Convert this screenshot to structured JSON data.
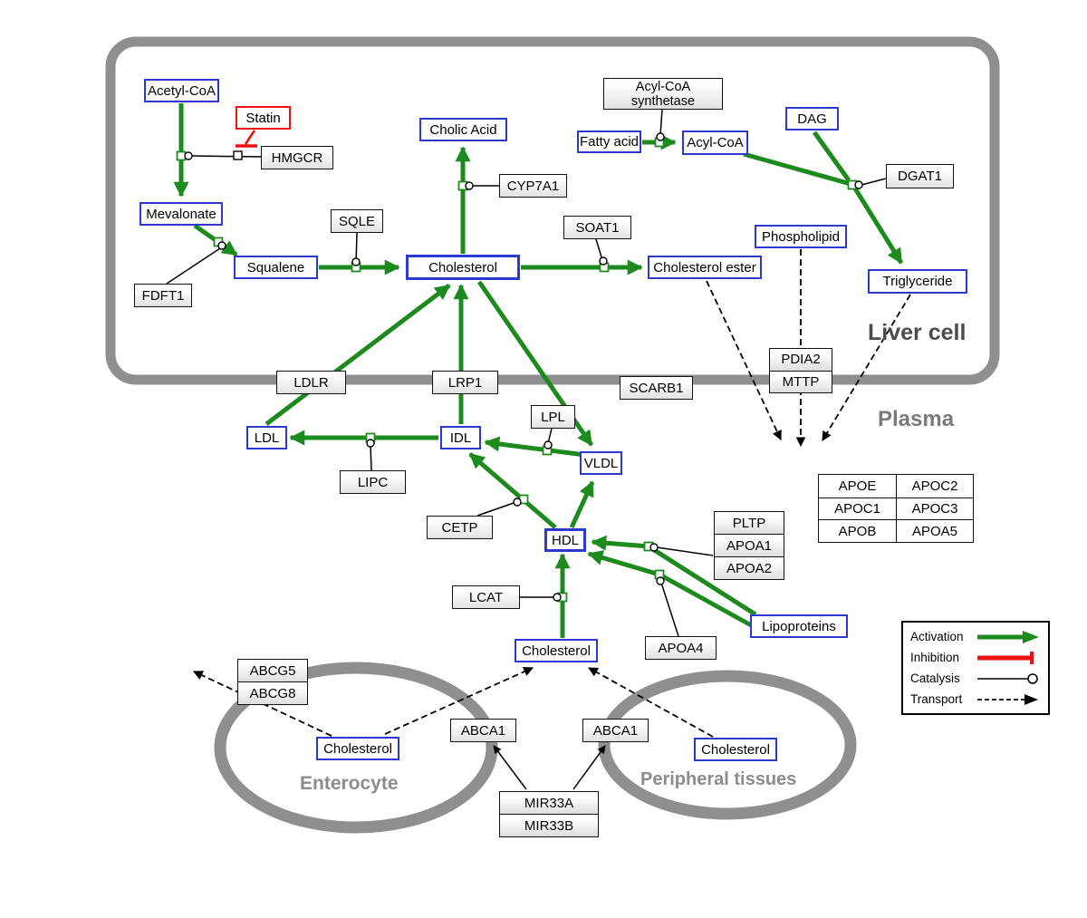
{
  "regions": {
    "liver": "Liver cell",
    "plasma": "Plasma",
    "enterocyte": "Enterocyte",
    "peripheral": "Peripheral tissues"
  },
  "nodes": {
    "acetyl_coa": "Acetyl-CoA",
    "statin": "Statin",
    "hmgcr": "HMGCR",
    "mevalonate": "Mevalonate",
    "fdft1": "FDFT1",
    "sqle": "SQLE",
    "squalene": "Squalene",
    "cholic_acid": "Cholic Acid",
    "cyp7a1": "CYP7A1",
    "cholesterol_liver": "Cholesterol",
    "soat1": "SOAT1",
    "cholesterol_ester": "Cholesterol ester",
    "fatty_acid": "Fatty acid",
    "acs_line1": "Acyl-CoA",
    "acs_line2": "synthetase",
    "acyl_coa": "Acyl-CoA",
    "dag": "DAG",
    "dgat1": "DGAT1",
    "phospholipid": "Phospholipid",
    "triglyceride": "Triglyceride",
    "ldlr": "LDLR",
    "lrp1": "LRP1",
    "scarb1": "SCARB1",
    "ldl": "LDL",
    "idl": "IDL",
    "lipc": "LIPC",
    "lpl": "LPL",
    "vldl": "VLDL",
    "cetp": "CETP",
    "hdl": "HDL",
    "lcat": "LCAT",
    "apoa4": "APOA4",
    "lipoproteins": "Lipoproteins",
    "cholesterol_plasma": "Cholesterol",
    "cholesterol_enterocyte": "Cholesterol",
    "abca1_left": "ABCA1",
    "abca1_right": "ABCA1",
    "cholesterol_peripheral": "Cholesterol"
  },
  "stacks": {
    "pdia2_mttp": [
      "PDIA2",
      "MTTP"
    ],
    "pltp": [
      "PLTP",
      "APOA1",
      "APOA2"
    ],
    "abcg": [
      "ABCG5",
      "ABCG8"
    ],
    "mir": [
      "MIR33A",
      "MIR33B"
    ]
  },
  "apo_table": [
    [
      "APOE",
      "APOC2"
    ],
    [
      "APOC1",
      "APOC3"
    ],
    [
      "APOB",
      "APOA5"
    ]
  ],
  "legend": {
    "activation": "Activation",
    "inhibition": "Inhibition",
    "catalysis": "Catalysis",
    "transport": "Transport"
  },
  "colors": {
    "activation": "#1d8a1d",
    "inhibition": "#ee1111",
    "catalysis": "#000000",
    "transport": "#000000",
    "membrane": "#8f8f8f",
    "metabolite_border": "#2c39cf",
    "drug_border": "#ee1111"
  }
}
